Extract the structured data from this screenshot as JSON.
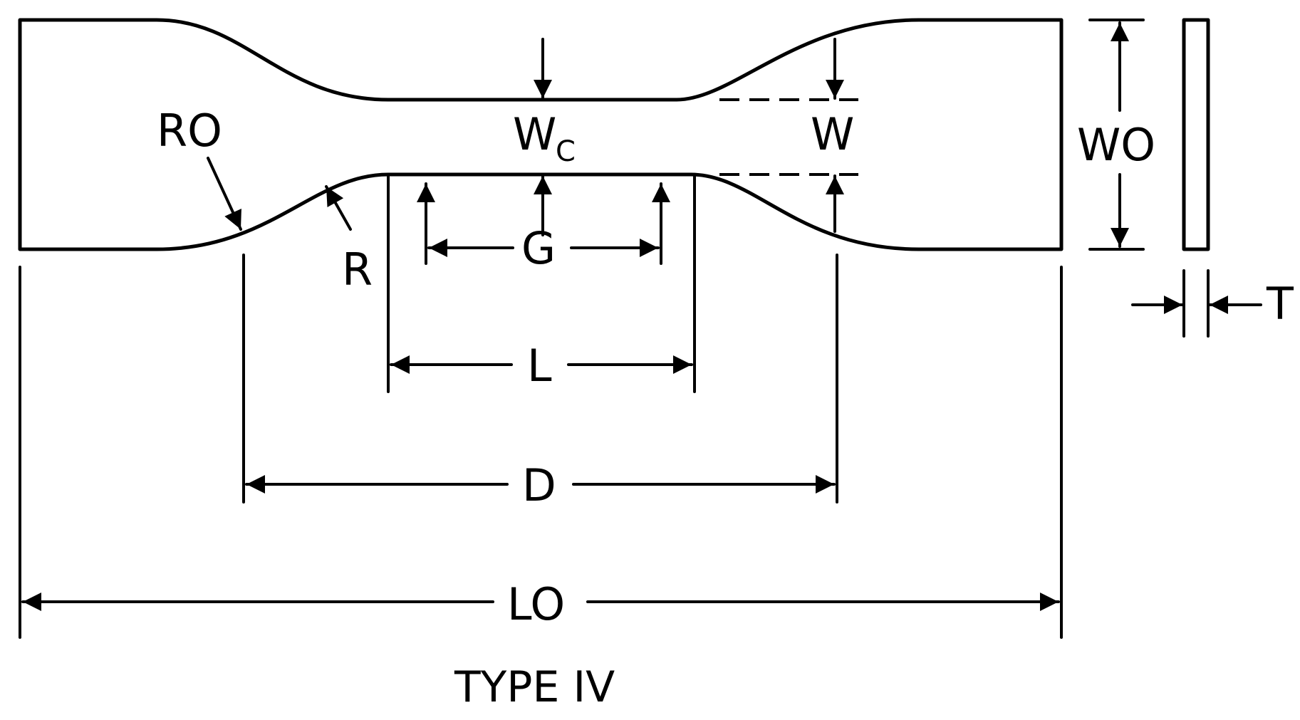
{
  "labels": {
    "ro": "RO",
    "r": "R",
    "wc_main": "W",
    "wc_sub": "C",
    "w": "W",
    "wo": "WO",
    "t": "T",
    "g": "G",
    "l": "L",
    "d": "D",
    "lo": "LO"
  },
  "caption": "TYPE IV"
}
